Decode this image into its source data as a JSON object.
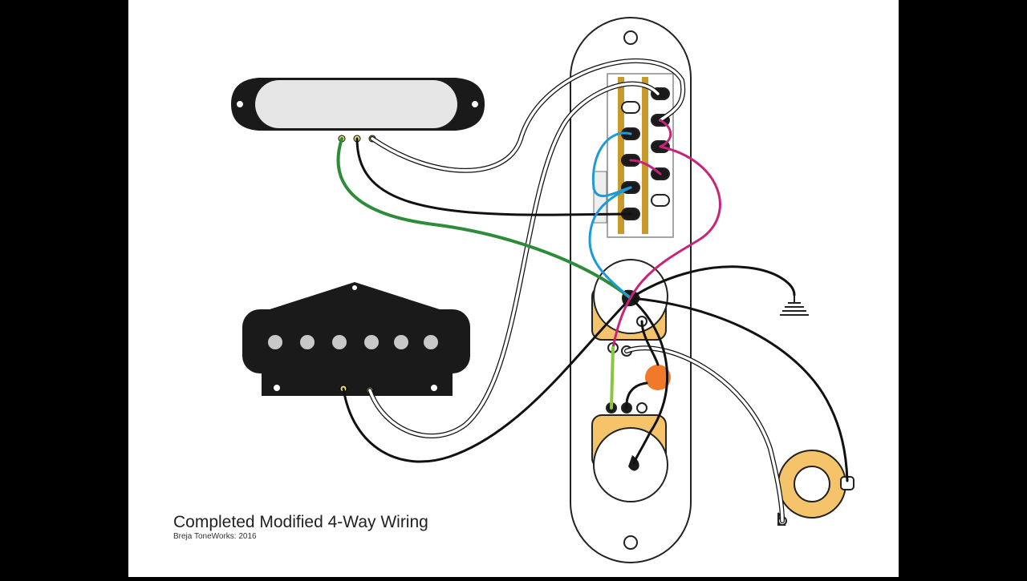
{
  "diagram": {
    "title": "Completed Modified 4-Way Wiring",
    "credit": "Breja ToneWorks:  2016"
  },
  "colors": {
    "background": "#000000",
    "paper": "#ffffff",
    "pickup_black": "#1a1a1a",
    "pole_gray": "#c8c8c8",
    "wire_green": "#2e8b3a",
    "wire_black": "#111111",
    "wire_white": "#ffffff",
    "wire_blue": "#1e9bd6",
    "wire_magenta": "#c8237a",
    "wire_lightgreen": "#8cc63f",
    "pot_tan": "#f5c46a",
    "lug_gold": "#c89a2c",
    "capacitor_orange": "#f07a2a"
  },
  "components": {
    "neck_pickup": "single-coil-neck",
    "bridge_pickup": "single-coil-bridge",
    "switch": "4-way-switch",
    "volume_pot": "potentiometer",
    "tone_pot": "potentiometer",
    "capacitor": "tone-capacitor",
    "output_jack": "output-jack",
    "ground": "ground-symbol"
  }
}
